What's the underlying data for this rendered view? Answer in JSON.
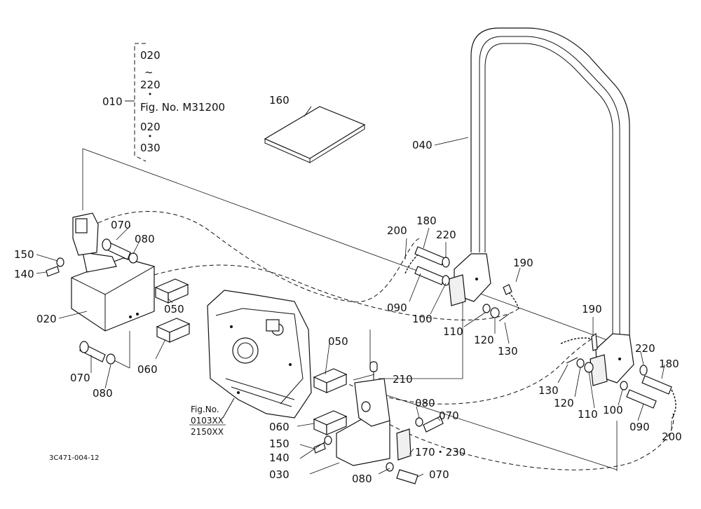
{
  "labels": {
    "n010": "010",
    "n020_top": "020",
    "tilde": "~",
    "n220_top": "220",
    "fig_m31200": "Fig. No. M31200",
    "n020_mid": "020",
    "n030_top": "030",
    "n160": "160",
    "n040": "040",
    "n200_l": "200",
    "n180_l": "180",
    "n220_l": "220",
    "n190_l": "190",
    "n090_l": "090",
    "n100_l": "100",
    "n110_l": "110",
    "n120_l": "120",
    "n130_l": "130",
    "n070_a": "070",
    "n080_a": "080",
    "n150_a": "150",
    "n140_a": "140",
    "n020_part": "020",
    "n050_a": "050",
    "n060_a": "060",
    "n070_b": "070",
    "n080_b": "080",
    "n050_b": "050",
    "n210": "210",
    "n080_c": "080",
    "n070_c": "070",
    "n060_b": "060",
    "n150_b": "150",
    "n140_b": "140",
    "n170_230": "170・230",
    "n030_part": "030",
    "n080_d": "080",
    "n070_d": "070",
    "n190_r": "190",
    "n220_r": "220",
    "n180_r": "180",
    "n130_r": "130",
    "n120_r": "120",
    "n110_r": "110",
    "n100_r": "100",
    "n090_r": "090",
    "n200_r": "200",
    "fig_no": "Fig.No.",
    "fig_0103": "0103XX",
    "fig_2150": "2150XX",
    "drawing_code": "3C471-004-12"
  }
}
